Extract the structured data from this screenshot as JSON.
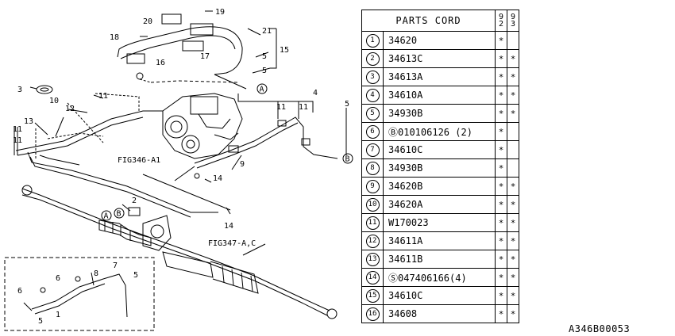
{
  "table": {
    "header": "PARTS CORD",
    "years": [
      "92",
      "93"
    ],
    "rows": [
      {
        "no": "1",
        "code": "34620",
        "y92": "*",
        "y93": ""
      },
      {
        "no": "2",
        "code": "34613C",
        "y92": "*",
        "y93": "*"
      },
      {
        "no": "3",
        "code": "34613A",
        "y92": "*",
        "y93": "*"
      },
      {
        "no": "4",
        "code": "34610A",
        "y92": "*",
        "y93": "*"
      },
      {
        "no": "5",
        "code": "34930B",
        "y92": "*",
        "y93": "*"
      },
      {
        "no": "6",
        "code": "Ⓑ010106126 (2)",
        "y92": "*",
        "y93": ""
      },
      {
        "no": "7",
        "code": "34610C",
        "y92": "*",
        "y93": ""
      },
      {
        "no": "8",
        "code": "34930B",
        "y92": "*",
        "y93": ""
      },
      {
        "no": "9",
        "code": "34620B",
        "y92": "*",
        "y93": "*"
      },
      {
        "no": "10",
        "code": "34620A",
        "y92": "*",
        "y93": "*"
      },
      {
        "no": "11",
        "code": "W170023",
        "y92": "*",
        "y93": "*"
      },
      {
        "no": "12",
        "code": "34611A",
        "y92": "*",
        "y93": "*"
      },
      {
        "no": "13",
        "code": "34611B",
        "y92": "*",
        "y93": "*"
      },
      {
        "no": "14",
        "code": "Ⓢ047406166(4)",
        "y92": "*",
        "y93": "*"
      },
      {
        "no": "15",
        "code": "34610C",
        "y92": "*",
        "y93": "*"
      },
      {
        "no": "16",
        "code": "34608",
        "y92": "*",
        "y93": "*"
      }
    ]
  },
  "diagram": {
    "fig_pump": "FIG346-A1",
    "fig_gearbox": "FIG347-A,C",
    "marker_a": "A",
    "marker_b": "B",
    "callouts": {
      "c20": "20",
      "c19": "19",
      "c18": "18",
      "c21": "21",
      "c17": "17",
      "c16": "16",
      "c15": "15",
      "c5a": "5",
      "c5b": "5",
      "c3": "3",
      "c10": "10",
      "c11a": "11",
      "c12": "12",
      "c13": "13",
      "c11b": "11",
      "c11c": "11",
      "c4": "4",
      "c11d": "11",
      "c11e": "11",
      "c5c": "5",
      "c9": "9",
      "c14a": "14",
      "c2": "2",
      "c14b": "14",
      "c7": "7",
      "c6a": "6",
      "c8": "8",
      "c5d": "5",
      "c6b": "6",
      "c5e": "5",
      "c1": "1"
    }
  },
  "reference": "A346B00053"
}
